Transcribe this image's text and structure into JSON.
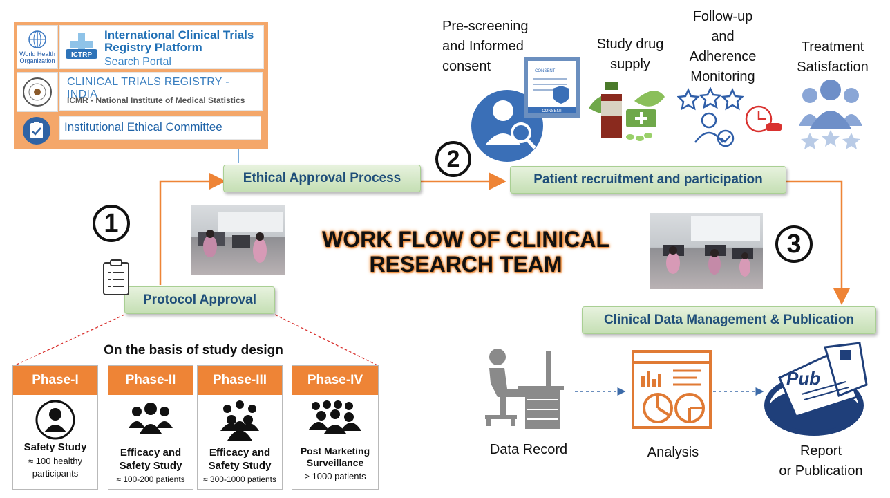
{
  "registries": {
    "who": {
      "line1": "World Health",
      "line2": "Organization"
    },
    "ictrp": {
      "abbr": "ICTRP",
      "title_line1": "International Clinical Trials",
      "title_line2": "Registry Platform",
      "subtitle": "Search Portal"
    },
    "ctri": {
      "title": "CLINICAL TRIALS REGISTRY - INDIA",
      "subtitle": "ICMR - National Institute of Medical Statistics"
    },
    "iec": {
      "title": "Institutional Ethical Committee"
    }
  },
  "steps": {
    "ethical": "Ethical Approval Process",
    "recruitment": "Patient recruitment and participation",
    "protocol": "Protocol Approval",
    "data_mgmt": "Clinical Data Management & Publication"
  },
  "numbers": {
    "one": "1",
    "two": "2",
    "three": "3"
  },
  "title": {
    "line1": "WORK FLOW OF CLINICAL",
    "line2": "RESEARCH TEAM"
  },
  "patient_steps": {
    "prescreen": [
      "Pre-screening",
      "and Informed",
      "consent"
    ],
    "consent_doc": [
      "CONSENT",
      "CONSENT"
    ],
    "drug": [
      "Study drug",
      "supply"
    ],
    "followup": [
      "Follow-up",
      "and",
      "Adherence",
      "Monitoring"
    ],
    "satisfaction": [
      "Treatment",
      "Satisfaction"
    ]
  },
  "study_design_heading": "On the basis of study design",
  "phases": [
    {
      "name": "Phase-I",
      "line1": "Safety Study",
      "line2": "",
      "line3": "≈ 100 healthy",
      "line4": "participants"
    },
    {
      "name": "Phase-II",
      "line1": "Efficacy and",
      "line2": "Safety Study",
      "line3": "≈ 100-200 patients",
      "line4": ""
    },
    {
      "name": "Phase-III",
      "line1": "Efficacy and",
      "line2": "Safety Study",
      "line3": "≈ 300-1000 patients",
      "line4": ""
    },
    {
      "name": "Phase-IV",
      "line1": "Post Marketing",
      "line2": "Surveillance",
      "line3": "> 1000 patients",
      "line4": ""
    }
  ],
  "data_flow": {
    "record": "Data Record",
    "analysis": "Analysis",
    "report": [
      "Report",
      "or Publication"
    ],
    "pub_logo": "Pub"
  },
  "colors": {
    "accent_orange": "#ee8436",
    "pill_green": "#c5dfb4",
    "pill_text": "#1f4e79",
    "icon_blue": "#3a6fb7"
  }
}
